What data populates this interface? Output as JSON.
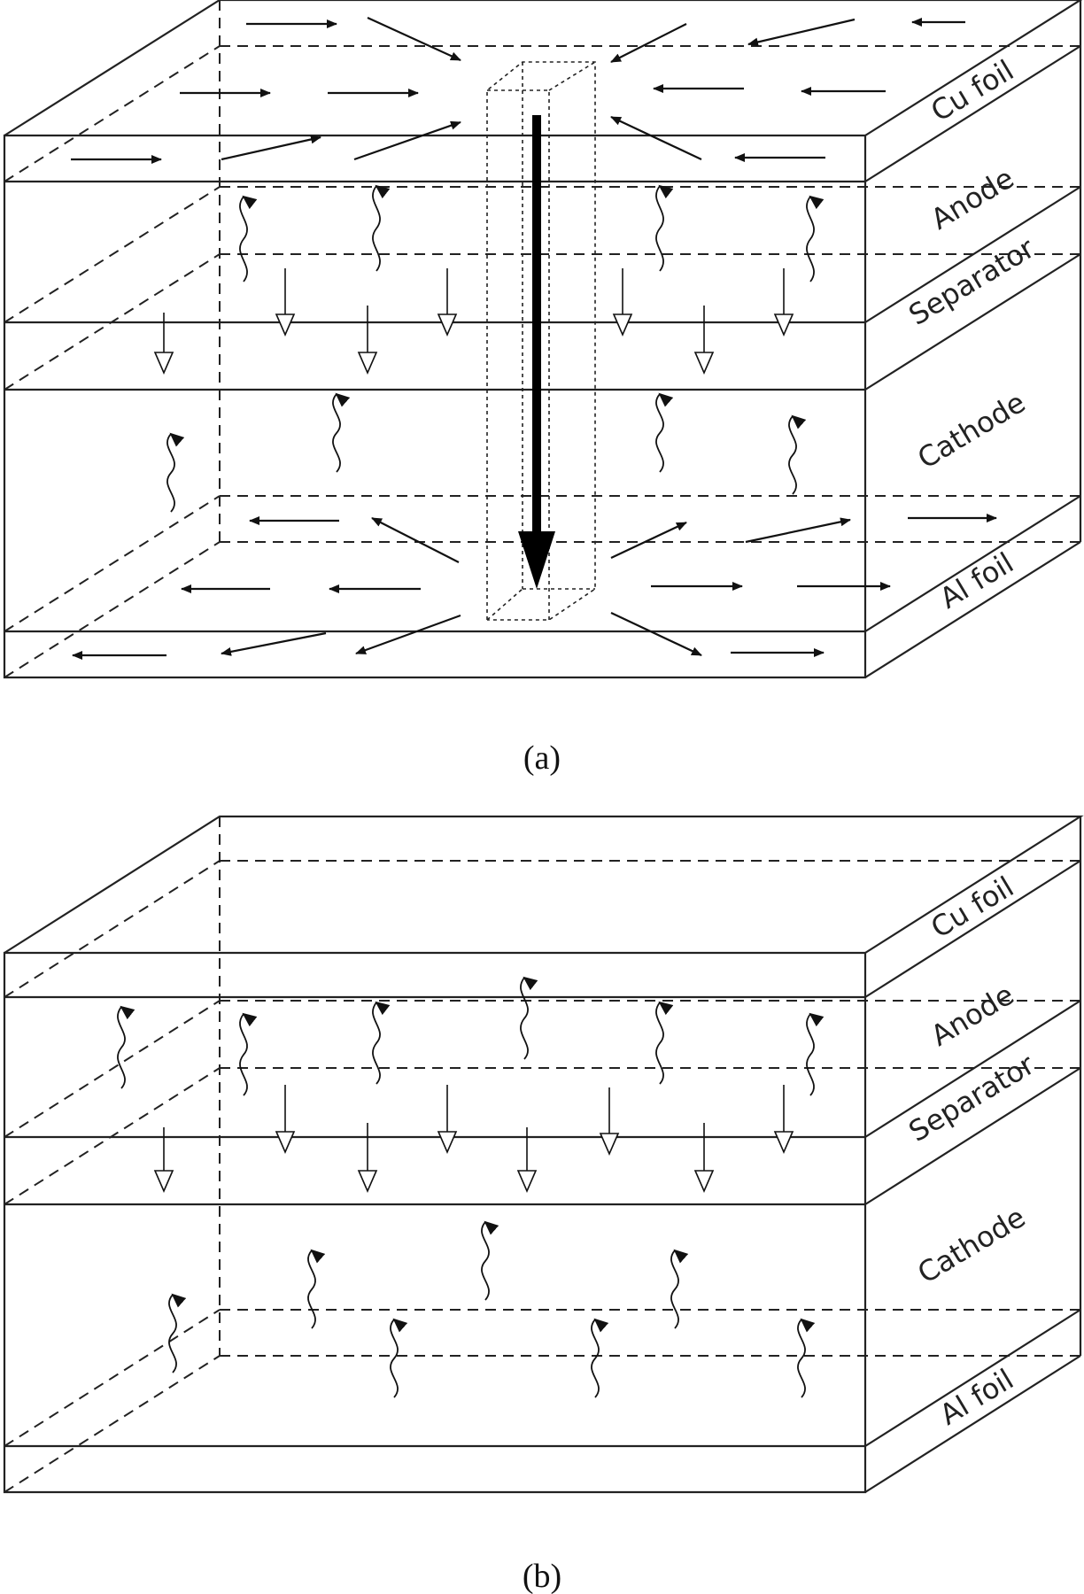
{
  "panels": [
    {
      "id": "a",
      "caption": "(a)",
      "layer_labels": [
        "Cu foil",
        "Anode",
        "Separator",
        "Cathode",
        "Al foil"
      ],
      "has_short_circuit_path": true
    },
    {
      "id": "b",
      "caption": "(b)",
      "layer_labels": [
        "Cu foil",
        "Anode",
        "Separator",
        "Cathode",
        "Al foil"
      ],
      "has_short_circuit_path": false
    }
  ],
  "colors": {
    "line": "#222222",
    "arrow_fill": "#111111",
    "hollow_arrow_fill": "#ffffff"
  }
}
